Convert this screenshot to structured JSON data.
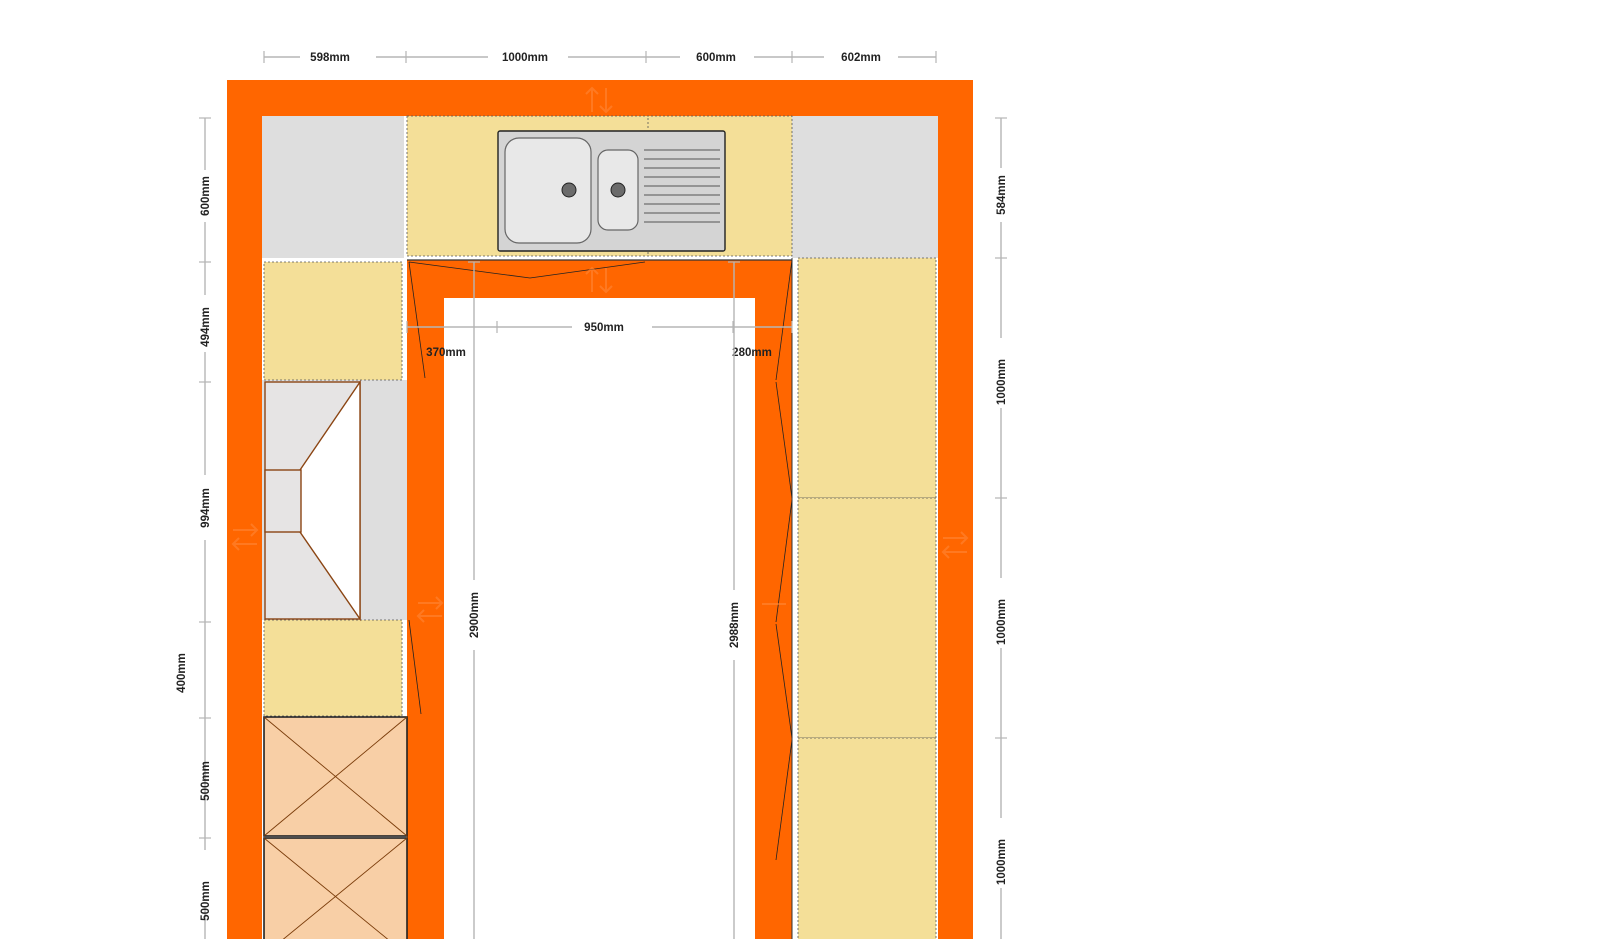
{
  "colors": {
    "wall": "#ff6600",
    "floor": "#ffffff",
    "counter": "#dedede",
    "base_cabinet": "#f4df98",
    "appliance": "#f8cfa6",
    "appliance_line": "#7a3c0a",
    "dimension_line": "#b5b5b5",
    "hob": "#e6e4e4"
  },
  "dimensions": {
    "top": [
      "598mm",
      "1000mm",
      "600mm",
      "602mm"
    ],
    "left": [
      "600mm",
      "494mm",
      "994mm",
      "400mm",
      "500mm",
      "500mm"
    ],
    "right": [
      "584mm",
      "1000mm",
      "1000mm",
      "1000mm"
    ],
    "inner_width": "950mm",
    "inner_left_offset": "370mm",
    "inner_right_offset": "280mm",
    "inner_left_height": "2900mm",
    "inner_right_height": "2988mm"
  },
  "icons": {
    "sink": "double-bowl-sink-with-drainer-icon",
    "hob": "cooker-hood-icon",
    "appliance": "x-marked-appliance-icon",
    "door": "door-swing-icon",
    "rotate": "rotate-arrows-icon"
  }
}
